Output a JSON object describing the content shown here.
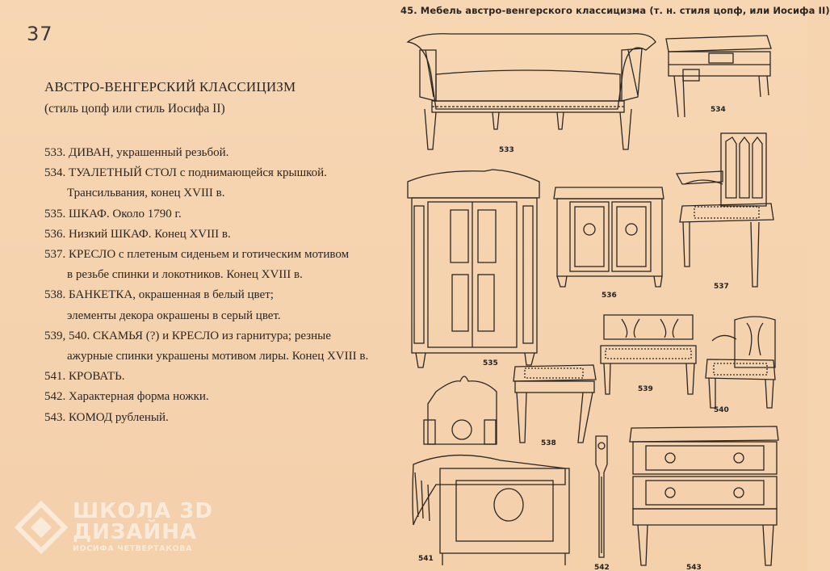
{
  "page_number": "37",
  "heading": "АВСТРО-ВЕНГЕРСКИЙ КЛАССИЦИЗМ",
  "subheading": "(стиль цопф или стиль Иосифа II)",
  "items": [
    {
      "text": "533. ДИВАН, украшенный резьбой."
    },
    {
      "text": "534. ТУАЛЕТНЫЙ СТОЛ с поднимающейся крышкой.",
      "cont": "Трансильвания, конец XVIII в."
    },
    {
      "text": "535. ШКАФ. Около 1790 г."
    },
    {
      "text": "536. Низкий ШКАФ. Конец XVIII в."
    },
    {
      "text": "537. КРЕСЛО с плетеным сиденьем и готическим мотивом",
      "cont": "в резьбе спинки и локотников. Конец XVIII в."
    },
    {
      "text": "538. БАНКЕТКА, окрашенная в белый цвет;",
      "cont": "элементы декора окрашены в серый цвет."
    },
    {
      "text": "539, 540. СКАМЬЯ (?) и КРЕСЛО из гарнитура;  резные",
      "cont": "ажурные спинки украшены мотивом лиры. Конец XVIII в."
    },
    {
      "text": "541. КРОВАТЬ."
    },
    {
      "text": "542. Характерная форма ножки."
    },
    {
      "text": "543. КОМОД рубленый."
    }
  ],
  "plate_title": "45. Мебель австро-венгерского классицизма (т. н. стиля цопф, или Иосифа II)",
  "figure_labels": {
    "f533": "533",
    "f534": "534",
    "f535": "535",
    "f536": "536",
    "f537": "537",
    "f538": "538",
    "f539": "539",
    "f540": "540",
    "f541": "541",
    "f542": "542",
    "f543": "543"
  },
  "watermark": {
    "line1": "ШКОЛА 3D",
    "line2": "ДИЗАЙНА",
    "line3": "ИОСИФА ЧЕТВЕРТАКОВА"
  },
  "colors": {
    "paper": "#f6d4b0",
    "ink": "#2b2622"
  }
}
